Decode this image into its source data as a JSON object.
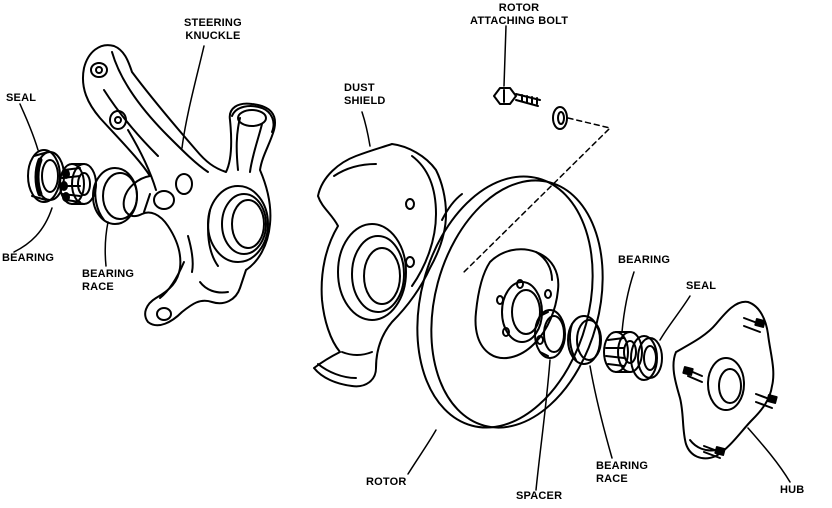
{
  "diagram": {
    "ink_color": "#000000",
    "paper_color": "#ffffff",
    "labels": {
      "steering_knuckle": [
        "STEERING",
        "KNUCKLE"
      ],
      "rotor_attaching_bolt": [
        "ROTOR",
        "ATTACHING BOLT"
      ],
      "seal_left": "SEAL",
      "dust_shield": [
        "DUST",
        "SHIELD"
      ],
      "bearing_left": "BEARING",
      "bearing_race_left": [
        "BEARING",
        "RACE"
      ],
      "bearing_right": "BEARING",
      "seal_right": "SEAL",
      "rotor": "ROTOR",
      "spacer": "SPACER",
      "bearing_race_right": [
        "BEARING",
        "RACE"
      ],
      "hub": "HUB"
    }
  }
}
